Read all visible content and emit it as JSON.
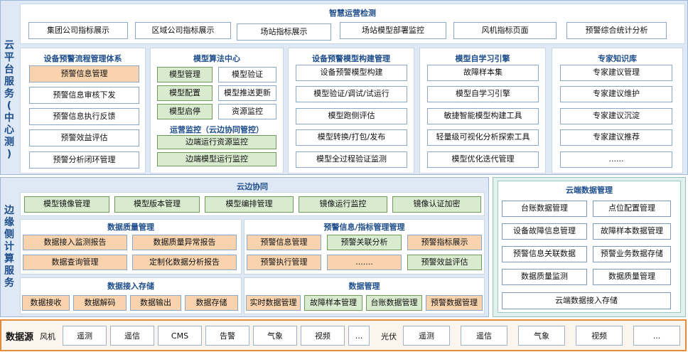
{
  "cloud": {
    "side_label": [
      "云",
      "平",
      "台",
      "服",
      "务",
      "(",
      "中",
      "心",
      "测",
      ")"
    ],
    "smart_title": "智慧运营检测",
    "top_items": [
      "集团公司指标展示",
      "区域公司指标展示",
      "场站指标展示",
      "场站模型部署监控",
      "风机指标页面",
      "预警综合统计分析"
    ],
    "warn_flow": {
      "title": "设备预警流程管理体系",
      "items": [
        "预警信息管理",
        "预警信息审核下发",
        "预警信息执行反馈",
        "预警效益评估",
        "预警分析闭环管理"
      ]
    },
    "model_algo": {
      "title": "模型算法中心",
      "items": [
        "模型管理",
        "模型验证",
        "模型配置",
        "模型推送更新",
        "模型启停",
        "资源监控"
      ]
    },
    "ops_monitor": {
      "title": "运营监控（云边协同管控）",
      "items": [
        "边端运行资源监控",
        "边端模型运行监控"
      ]
    },
    "model_build": {
      "title": "设备预警模型构建管理",
      "items": [
        "设备预警模型构建",
        "模型验证/调试/试运行",
        "模型跑侧评估",
        "模型转换/打包/发布",
        "模型全过程验证监测"
      ]
    },
    "self_learn": {
      "title": "模型自学习引擎",
      "items": [
        "故障样本集",
        "模型自学习引擎",
        "敏捷智能模型构建工具",
        "轻量级可视化分析探索工具",
        "模型优化迭代管理"
      ]
    },
    "expert": {
      "title": "专家知识库",
      "items": [
        "专家建议管理",
        "专家建议维护",
        "专家建议沉淀",
        "专家建议推荐",
        "......"
      ]
    }
  },
  "edge": {
    "side_label": [
      "边",
      "缘",
      "侧",
      "计",
      "算",
      "服",
      "务"
    ],
    "collab_title": "云边协同",
    "collab_items": [
      "模型镜像管理",
      "模型版本管理",
      "模型编排管理",
      "镜像运行监控",
      "镜像认证加密"
    ],
    "quality": {
      "title": "数据质量管理",
      "items": [
        "数据接入监测报告",
        "数据质量异常报告",
        "数据查询管理",
        "定制化数据分析报告"
      ]
    },
    "warn_index": {
      "title": "预警信息/指标管理管理",
      "items": [
        "预警信息管理",
        "预警关联分析",
        "预警指标展示",
        "预警执行管理",
        ".......",
        "预警效益评估"
      ]
    },
    "access": {
      "title": "数据接入存储",
      "items": [
        "数据接收",
        "数据解码",
        "数据输出",
        "数据存储"
      ]
    },
    "data_mgmt": {
      "title": "数据管理",
      "items": [
        "实时数据管理",
        "故障样本管理",
        "台账数据管理",
        "预警数据管理"
      ]
    }
  },
  "cloud_data": {
    "title": "云端数据管理",
    "items": [
      "台账数据管理",
      "点位配置管理",
      "设备故障信息管理",
      "故障样本数据管理",
      "预警信息关联数据",
      "预警业务数据存储",
      "数据质量监测",
      "数据质量管理"
    ],
    "bottom": "云端数据接入存储"
  },
  "datasource": {
    "label": "数据源",
    "wind_label": "风机",
    "wind_items": [
      "遥测",
      "遥信",
      "CMS",
      "告警",
      "气象",
      "视频",
      "..."
    ],
    "pv_label": "光伏",
    "pv_items": [
      "遥测",
      "遥信",
      "气象",
      "视频",
      "..."
    ]
  }
}
